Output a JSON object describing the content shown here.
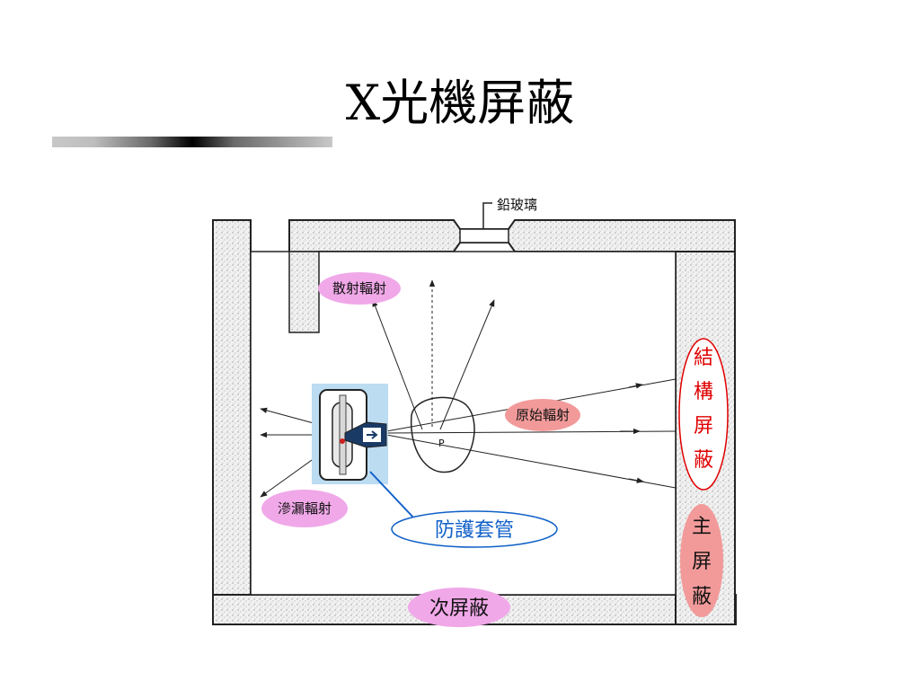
{
  "title": "X光機屏蔽",
  "labels": {
    "lead_glass": "鉛玻璃",
    "scatter_radiation": "散射輻射",
    "primary_radiation": "原始輻射",
    "leakage_radiation": "滲漏輻射",
    "tube_housing": "防護套管",
    "secondary_shield": "次屏蔽",
    "structural_shield": [
      "結",
      "構",
      "屏",
      "蔽"
    ],
    "primary_shield": [
      "主",
      "屏",
      "蔽"
    ],
    "point_p": "P"
  },
  "colors": {
    "pink_ellipse": "#f0a8e8",
    "salmon_ellipse": "#f29a9a",
    "structural_text": "#e00000",
    "tube_text": "#1060c8",
    "tube_border": "#1060c8",
    "tube_bg": "#bcdcf2"
  }
}
